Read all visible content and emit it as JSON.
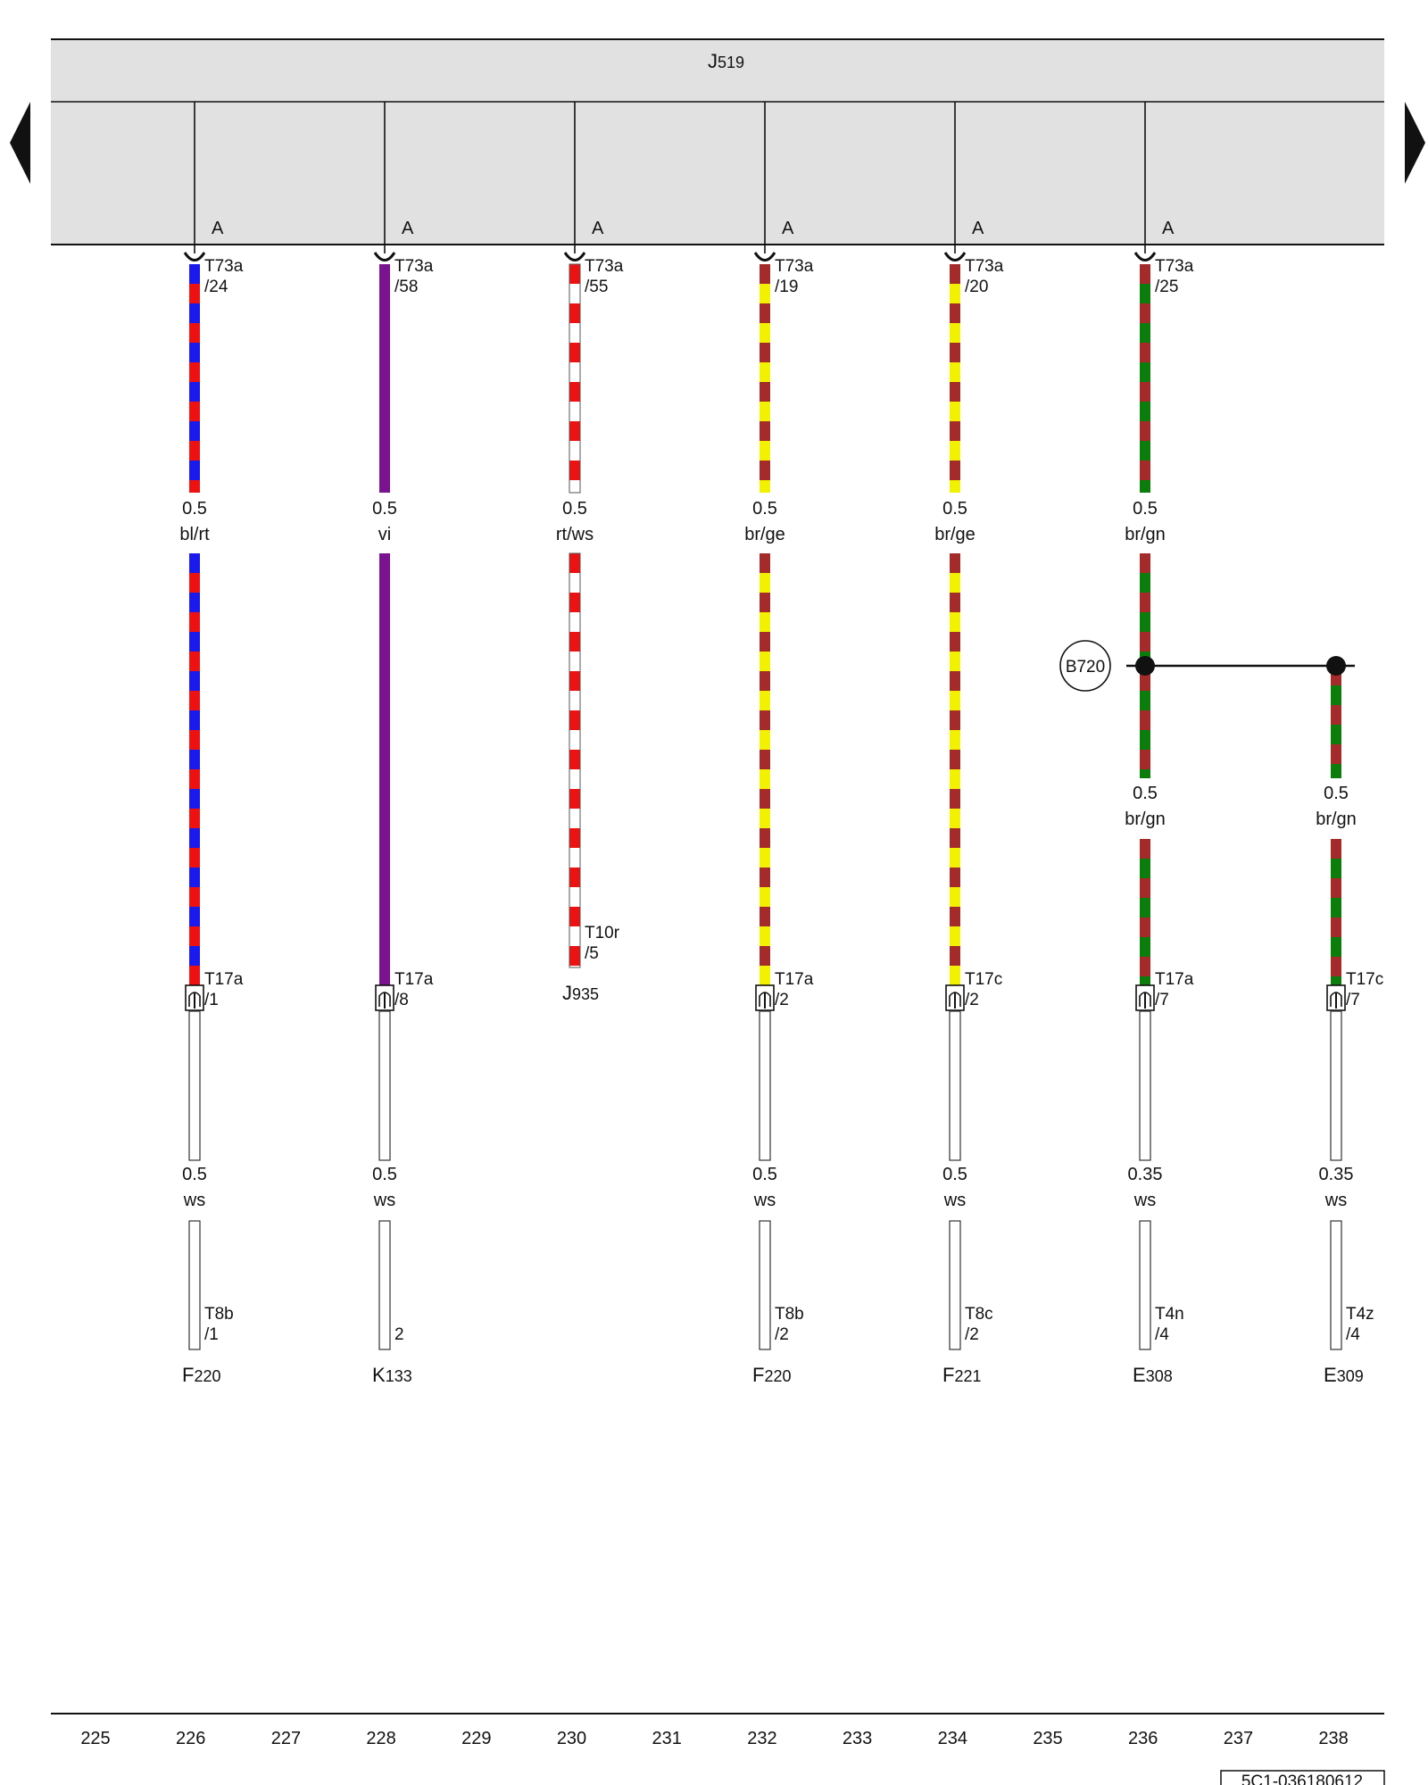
{
  "header_unit": {
    "main": "J",
    "sub": "519"
  },
  "nav": {
    "prev": "previous-page",
    "next": "next-page"
  },
  "colors": {
    "bl": "#1a1aee",
    "rt": "#ee1111",
    "vi": "#7a138f",
    "ws": "#ffffff",
    "br": "#a52a2a",
    "ge": "#f2f200",
    "gn": "#0b7d0b",
    "panel": "#e1e1e1"
  },
  "columns": [
    {
      "key": "c226",
      "pin_letter": "A",
      "top_connector": {
        "name": "T73a",
        "pin": "/24"
      },
      "wire1": {
        "size": "0.5",
        "color": "bl/rt",
        "c1": "bl",
        "c2": "rt"
      },
      "mid_connector": {
        "name": "T17a",
        "pin": "/1"
      },
      "wire2": {
        "size": "0.5",
        "color": "ws"
      },
      "end_connector": {
        "name": "T8b",
        "pin": "/1"
      },
      "component": {
        "main": "F",
        "sub": "220"
      }
    },
    {
      "key": "c228",
      "pin_letter": "A",
      "top_connector": {
        "name": "T73a",
        "pin": "/58"
      },
      "wire1": {
        "size": "0.5",
        "color": "vi",
        "c1": "vi",
        "c2": "vi"
      },
      "mid_connector": {
        "name": "T17a",
        "pin": "/8"
      },
      "wire2": {
        "size": "0.5",
        "color": "ws"
      },
      "end_connector": {
        "name": "",
        "pin": "2"
      },
      "component": {
        "main": "K",
        "sub": "133"
      }
    },
    {
      "key": "c230",
      "pin_letter": "A",
      "top_connector": {
        "name": "T73a",
        "pin": "/55"
      },
      "wire1": {
        "size": "0.5",
        "color": "rt/ws",
        "c1": "rt",
        "c2": "ws"
      },
      "end_connector": {
        "name": "T10r",
        "pin": "/5"
      },
      "component": {
        "main": "J",
        "sub": "935"
      }
    },
    {
      "key": "c232",
      "pin_letter": "A",
      "top_connector": {
        "name": "T73a",
        "pin": "/19"
      },
      "wire1": {
        "size": "0.5",
        "color": "br/ge",
        "c1": "br",
        "c2": "ge"
      },
      "mid_connector": {
        "name": "T17a",
        "pin": "/2"
      },
      "wire2": {
        "size": "0.5",
        "color": "ws"
      },
      "end_connector": {
        "name": "T8b",
        "pin": "/2"
      },
      "component": {
        "main": "F",
        "sub": "220"
      }
    },
    {
      "key": "c234",
      "pin_letter": "A",
      "top_connector": {
        "name": "T73a",
        "pin": "/20"
      },
      "wire1": {
        "size": "0.5",
        "color": "br/ge",
        "c1": "br",
        "c2": "ge"
      },
      "mid_connector": {
        "name": "T17c",
        "pin": "/2"
      },
      "wire2": {
        "size": "0.5",
        "color": "ws"
      },
      "end_connector": {
        "name": "T8c",
        "pin": "/2"
      },
      "component": {
        "main": "F",
        "sub": "221"
      }
    },
    {
      "key": "c236",
      "pin_letter": "A",
      "top_connector": {
        "name": "T73a",
        "pin": "/25"
      },
      "wire1": {
        "size": "0.5",
        "color": "br/gn",
        "c1": "br",
        "c2": "gn"
      },
      "splice_wire": {
        "size": "0.5",
        "color": "br/gn",
        "c1": "br",
        "c2": "gn"
      },
      "mid_connector": {
        "name": "T17a",
        "pin": "/7"
      },
      "wire2": {
        "size": "0.35",
        "color": "ws"
      },
      "end_connector": {
        "name": "T4n",
        "pin": "/4"
      },
      "component": {
        "main": "E",
        "sub": "308"
      }
    },
    {
      "key": "c238",
      "splice_wire": {
        "size": "0.5",
        "color": "br/gn",
        "c1": "br",
        "c2": "gn"
      },
      "mid_connector": {
        "name": "T17c",
        "pin": "/7"
      },
      "wire2": {
        "size": "0.35",
        "color": "ws"
      },
      "end_connector": {
        "name": "T4z",
        "pin": "/4"
      },
      "component": {
        "main": "E",
        "sub": "309"
      }
    }
  ],
  "splice": {
    "label": "B720"
  },
  "grid_numbers": [
    "225",
    "226",
    "227",
    "228",
    "229",
    "230",
    "231",
    "232",
    "233",
    "234",
    "235",
    "236",
    "237",
    "238"
  ],
  "doc_id": "5C1-036180612"
}
